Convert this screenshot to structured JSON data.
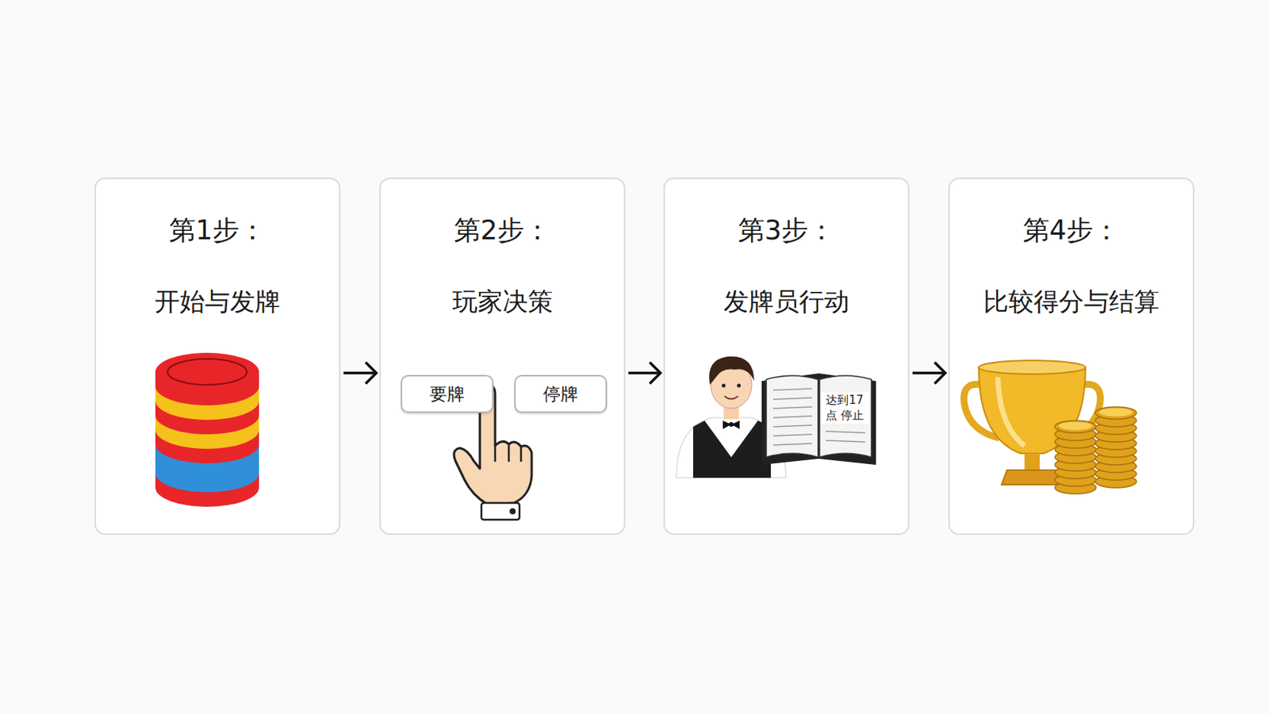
{
  "diagram": {
    "nodes": [
      {
        "text": [
          "第1步：",
          "开始与发牌"
        ]
      },
      {
        "text": [
          "第2步：",
          "玩家决策"
        ]
      },
      {
        "text": [
          "要牌"
        ],
        "in": 1
      },
      {
        "text": [
          "停牌"
        ],
        "in": 1
      },
      {
        "text": [
          "第3步：",
          "发牌员行动"
        ]
      },
      {
        "text": [
          "第4步：",
          "比较得分与结算"
        ]
      }
    ],
    "edges": [
      {
        "from": 0,
        "to": 1,
        "arrow": "to"
      },
      {
        "from": 1,
        "to": 4,
        "arrow": "to"
      },
      {
        "from": 4,
        "to": 5,
        "arrow": "to"
      }
    ],
    "labels": [
      "达到17点 停止"
    ]
  }
}
